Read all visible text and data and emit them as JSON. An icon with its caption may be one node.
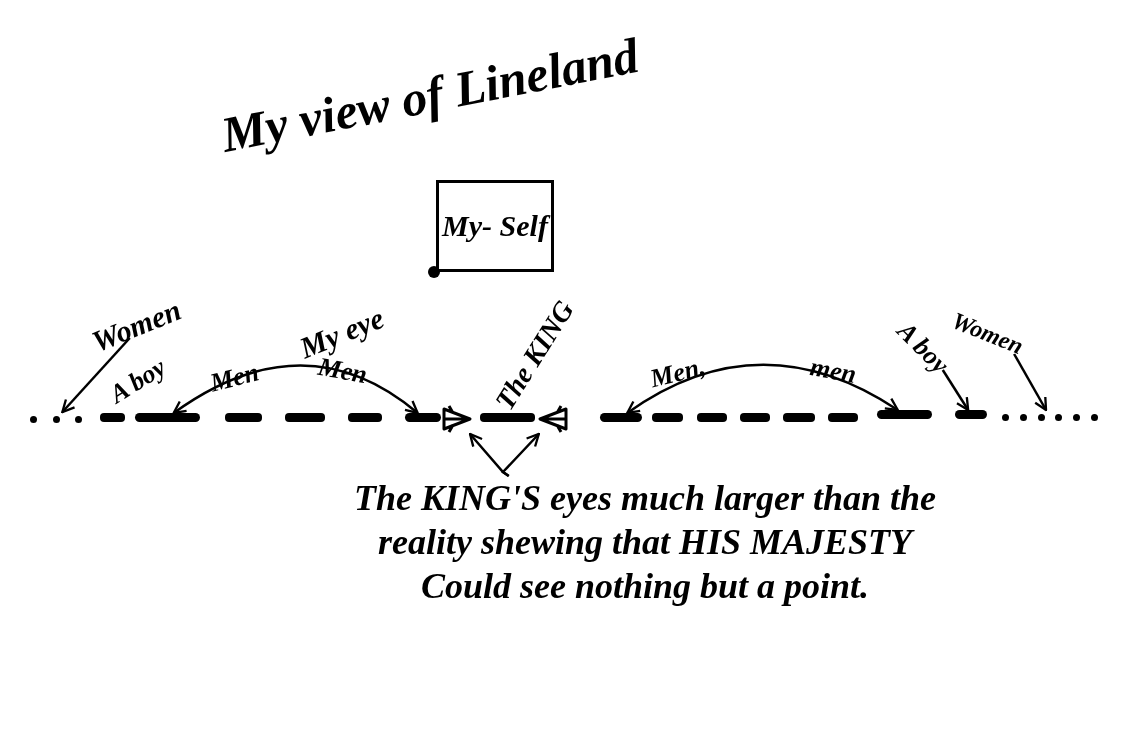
{
  "diagram": {
    "title": "My view of Lineland",
    "nodes": [
      {
        "text": [
          "My- Self"
        ]
      },
      {
        "text": [
          "Women"
        ]
      },
      {
        "text": [],
        "shape": "dots"
      },
      {
        "text": [],
        "shape": "bar"
      },
      {
        "text": [],
        "shape": "bar"
      },
      {
        "text": [],
        "shape": "eye"
      },
      {
        "text": [
          "The KING"
        ]
      },
      {
        "text": [],
        "shape": "eye"
      },
      {
        "text": [],
        "shape": "bar"
      },
      {
        "text": [],
        "shape": "bar"
      },
      {
        "text": [
          "A boy"
        ]
      },
      {
        "text": [],
        "shape": "bar"
      },
      {
        "text": [
          "Women"
        ]
      },
      {
        "text": [],
        "shape": "dots"
      },
      {
        "text": [
          "The KING'S eyes much larger than the reality shewing that HIS MAJESTY Could see nothing but a point."
        ]
      }
    ],
    "edges": [
      {
        "from": 1,
        "to": 2,
        "arrow": "to"
      },
      {
        "from": 3,
        "to": 4,
        "arrow": "both"
      },
      {
        "from": 8,
        "to": 9,
        "arrow": "both"
      },
      {
        "from": 10,
        "to": 11,
        "arrow": "to"
      },
      {
        "from": 12,
        "to": 13,
        "arrow": "to"
      },
      {
        "from": 14,
        "to": 5,
        "arrow": "to"
      },
      {
        "from": 14,
        "to": 7,
        "arrow": "to"
      }
    ],
    "labels": [
      "My eye",
      "A boy",
      "Men",
      "Men",
      "Men,",
      "men"
    ]
  }
}
